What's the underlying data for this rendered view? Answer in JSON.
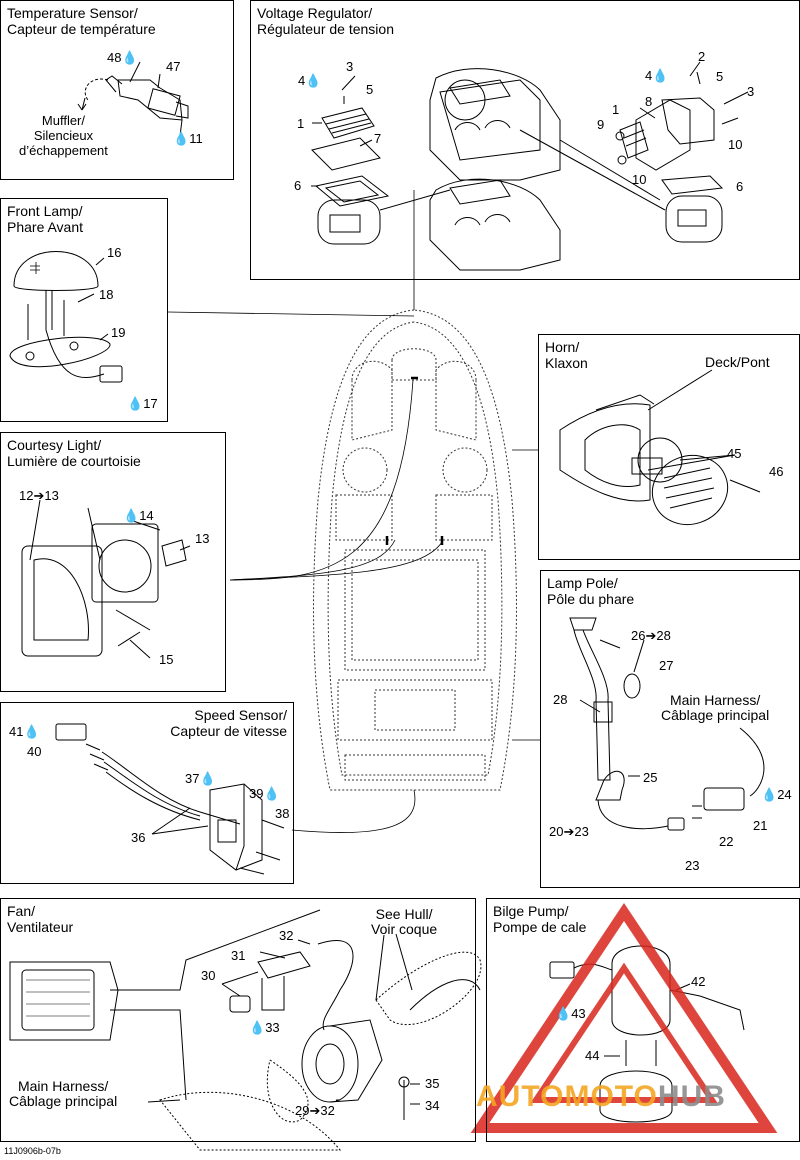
{
  "panels": {
    "temperature_sensor": {
      "title": "Temperature Sensor/\nCapteur de température",
      "callouts": {
        "c48": "48",
        "c47": "47",
        "c11": "11"
      },
      "muffler": "Muffler/\nSilencieux\nd’échappement"
    },
    "voltage_regulator": {
      "title": "Voltage Regulator/\nRégulateur de tension",
      "callouts": [
        "4",
        "3",
        "5",
        "1",
        "7",
        "6",
        "2",
        "4",
        "5",
        "3",
        "1",
        "8",
        "9",
        "10",
        "10",
        "6"
      ]
    },
    "front_lamp": {
      "title": "Front Lamp/\nPhare Avant",
      "callouts": {
        "c16": "16",
        "c18": "18",
        "c19": "19",
        "c17": "17"
      }
    },
    "horn": {
      "title": "Horn/\nKlaxon",
      "deck": "Deck/Pont",
      "callouts": {
        "c45": "45",
        "c46": "46"
      }
    },
    "courtesy_light": {
      "title": "Courtesy Light/\nLumière de courtoisie",
      "callouts": {
        "c12": "12➔13",
        "c14": "14",
        "c13": "13",
        "c15": "15"
      }
    },
    "lamp_pole": {
      "title": "Lamp Pole/\nPôle du phare",
      "main_harness": "Main Harness/\nCâblage principal",
      "callouts": {
        "c26": "26➔28",
        "c27": "27",
        "c28": "28",
        "c25": "25",
        "c24": "24",
        "c20": "20➔23",
        "c21": "21",
        "c22": "22",
        "c23": "23"
      }
    },
    "speed_sensor": {
      "title": "Speed Sensor/\nCapteur de vitesse",
      "callouts": {
        "c41": "41",
        "c40": "40",
        "c37": "37",
        "c39": "39",
        "c38": "38",
        "c36": "36"
      }
    },
    "fan": {
      "title": "Fan/\nVentilateur",
      "see_hull": "See Hull/\nVoir coque",
      "main_harness": "Main Harness/\nCâblage principal",
      "callouts": {
        "c32": "32",
        "c31": "31",
        "c30": "30",
        "c33": "33",
        "c35": "35",
        "c34": "34",
        "c29": "29➔32"
      }
    },
    "bilge_pump": {
      "title": "Bilge Pump/\nPompe de cale",
      "callouts": {
        "c42": "42",
        "c43": "43",
        "c44": "44"
      }
    }
  },
  "drawing_code": "11J0906b-07b",
  "watermark": {
    "text_a": "AUTOMOTO",
    "text_b": "HUB",
    "color_red": "#d9251c",
    "color_orange": "#f5a623",
    "color_gray": "#8c8c8c"
  }
}
